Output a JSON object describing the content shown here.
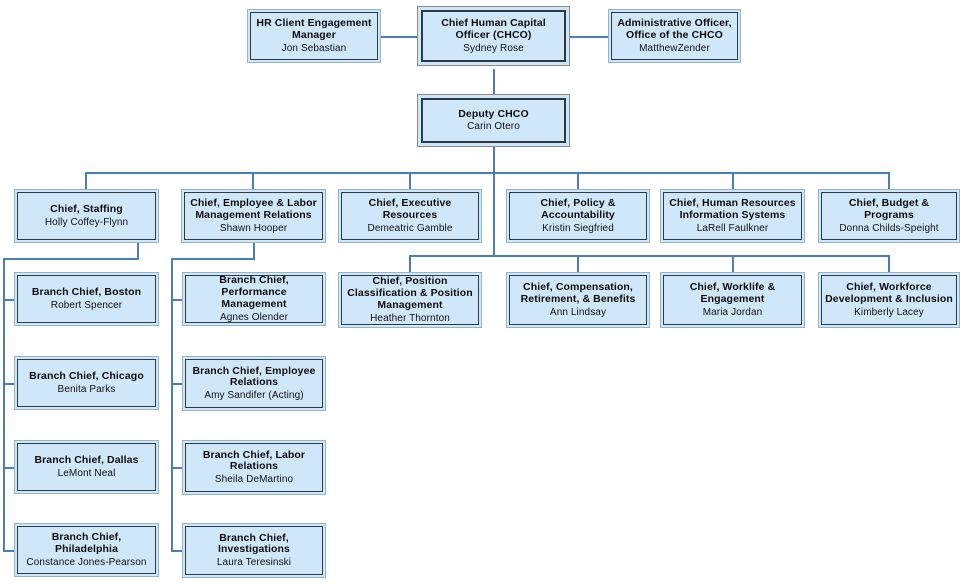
{
  "chart_title": "Office of the Chief Human Capital Officer Organization Chart",
  "colors": {
    "box_fill": "#cfe7f9",
    "box_border": "#2c3b45",
    "box_outer": "#93b6cf",
    "connector": "#4a7ebb",
    "background": "#ffffff"
  },
  "nodes": {
    "chco": {
      "title": "Chief  Human Capital Officer (CHCO)",
      "person": "Sydney Rose"
    },
    "hr_client": {
      "title": "HR Client Engagement Manager",
      "person": "Jon Sebastian"
    },
    "admin_officer": {
      "title": "Administrative Officer, Office of the CHCO",
      "person": "MatthewZender"
    },
    "deputy": {
      "title": "Deputy CHCO",
      "person": "Carin Otero"
    },
    "staffing": {
      "title": "Chief, Staffing",
      "person": "Holly Coffey-Flynn"
    },
    "employee_labor": {
      "title": "Chief, Employee & Labor Management Relations",
      "person": "Shawn Hooper"
    },
    "executive_resources": {
      "title": "Chief, Executive Resources",
      "person": "Demeatric Gamble"
    },
    "policy": {
      "title": "Chief, Policy & Accountability",
      "person": "Kristin Siegfried"
    },
    "hris": {
      "title": "Chief, Human Resources Information Systems",
      "person": "LaRell Faulkner"
    },
    "budget": {
      "title": "Chief, Budget & Programs",
      "person": "Donna Childs-Speight"
    },
    "boston": {
      "title": "Branch Chief, Boston",
      "person": "Robert Spencer"
    },
    "chicago": {
      "title": "Branch Chief, Chicago",
      "person": "Benita Parks"
    },
    "dallas": {
      "title": "Branch Chief, Dallas",
      "person": "LeMont Neal"
    },
    "philadelphia": {
      "title": "Branch Chief, Philadelphia",
      "person": "Constance Jones-Pearson"
    },
    "performance_mgmt": {
      "title": "Branch Chief, Performance Management",
      "person": "Agnes Olender"
    },
    "employee_relations": {
      "title": "Branch Chief, Employee Relations",
      "person": "Amy Sandifer (Acting)"
    },
    "labor_relations": {
      "title": "Branch Chief, Labor Relations",
      "person": "Sheila DeMartino"
    },
    "investigations": {
      "title": "Branch Chief, Investigations",
      "person": "Laura Teresinski"
    },
    "position_classification": {
      "title": "Chief, Position Classification & Position Management",
      "person": "Heather Thornton"
    },
    "compensation": {
      "title": "Chief, Compensation, Retirement, & Benefits",
      "person": "Ann Lindsay"
    },
    "worklife": {
      "title": "Chief, Worklife & Engagement",
      "person": "Maria Jordan"
    },
    "workforce_dev": {
      "title": "Chief, Workforce Development & Inclusion",
      "person": "Kimberly Lacey"
    }
  }
}
